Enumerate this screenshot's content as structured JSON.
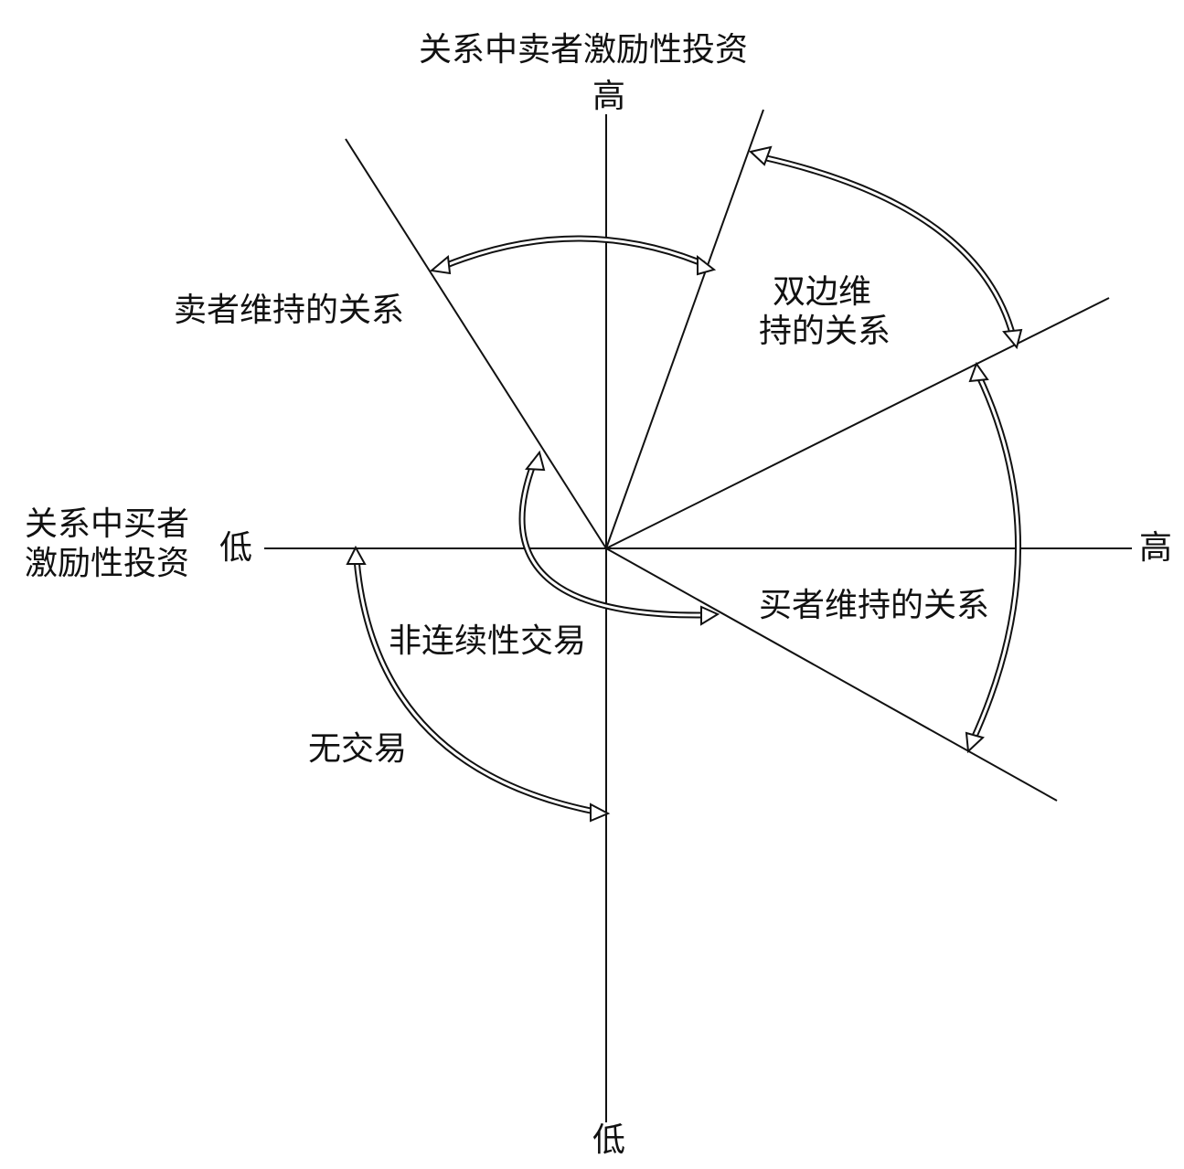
{
  "vertical_axis": {
    "title": "关系中卖者激励性投资",
    "high_label": "高",
    "low_label": "低"
  },
  "horizontal_axis": {
    "title_line1": "关系中买者",
    "title_line2": "激励性投资",
    "low_label": "低",
    "high_label": "高"
  },
  "regions": {
    "seller_maintained": "卖者维持的关系",
    "bilateral_line1": "双边维",
    "bilateral_line2": "持的关系",
    "buyer_maintained": "买者维持的关系",
    "discontinuous_exchange": "非连续性交易",
    "no_exchange": "无交易"
  },
  "colors": {
    "ink": "#111111",
    "background": "#ffffff"
  }
}
